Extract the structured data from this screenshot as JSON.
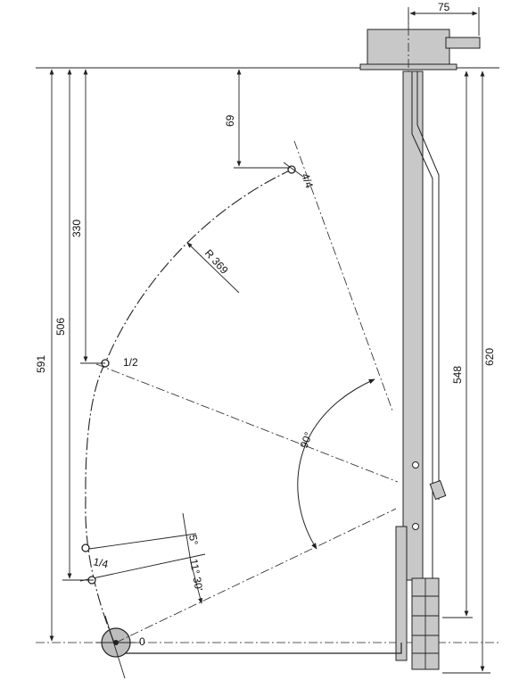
{
  "dimensions": {
    "width_top": "75",
    "d69": "69",
    "d330": "330",
    "d506": "506",
    "d591": "591",
    "d548": "548",
    "d620": "620",
    "radius": "R 369",
    "angle_main": "90°",
    "angle_small1": "5°",
    "angle_small2": "11° 30'"
  },
  "positions": {
    "p0": "0",
    "p14": "1/4",
    "p12": "1/2",
    "p44": "4/4"
  },
  "colors": {
    "body_fill": "#c8c8c8",
    "line": "#222222"
  }
}
